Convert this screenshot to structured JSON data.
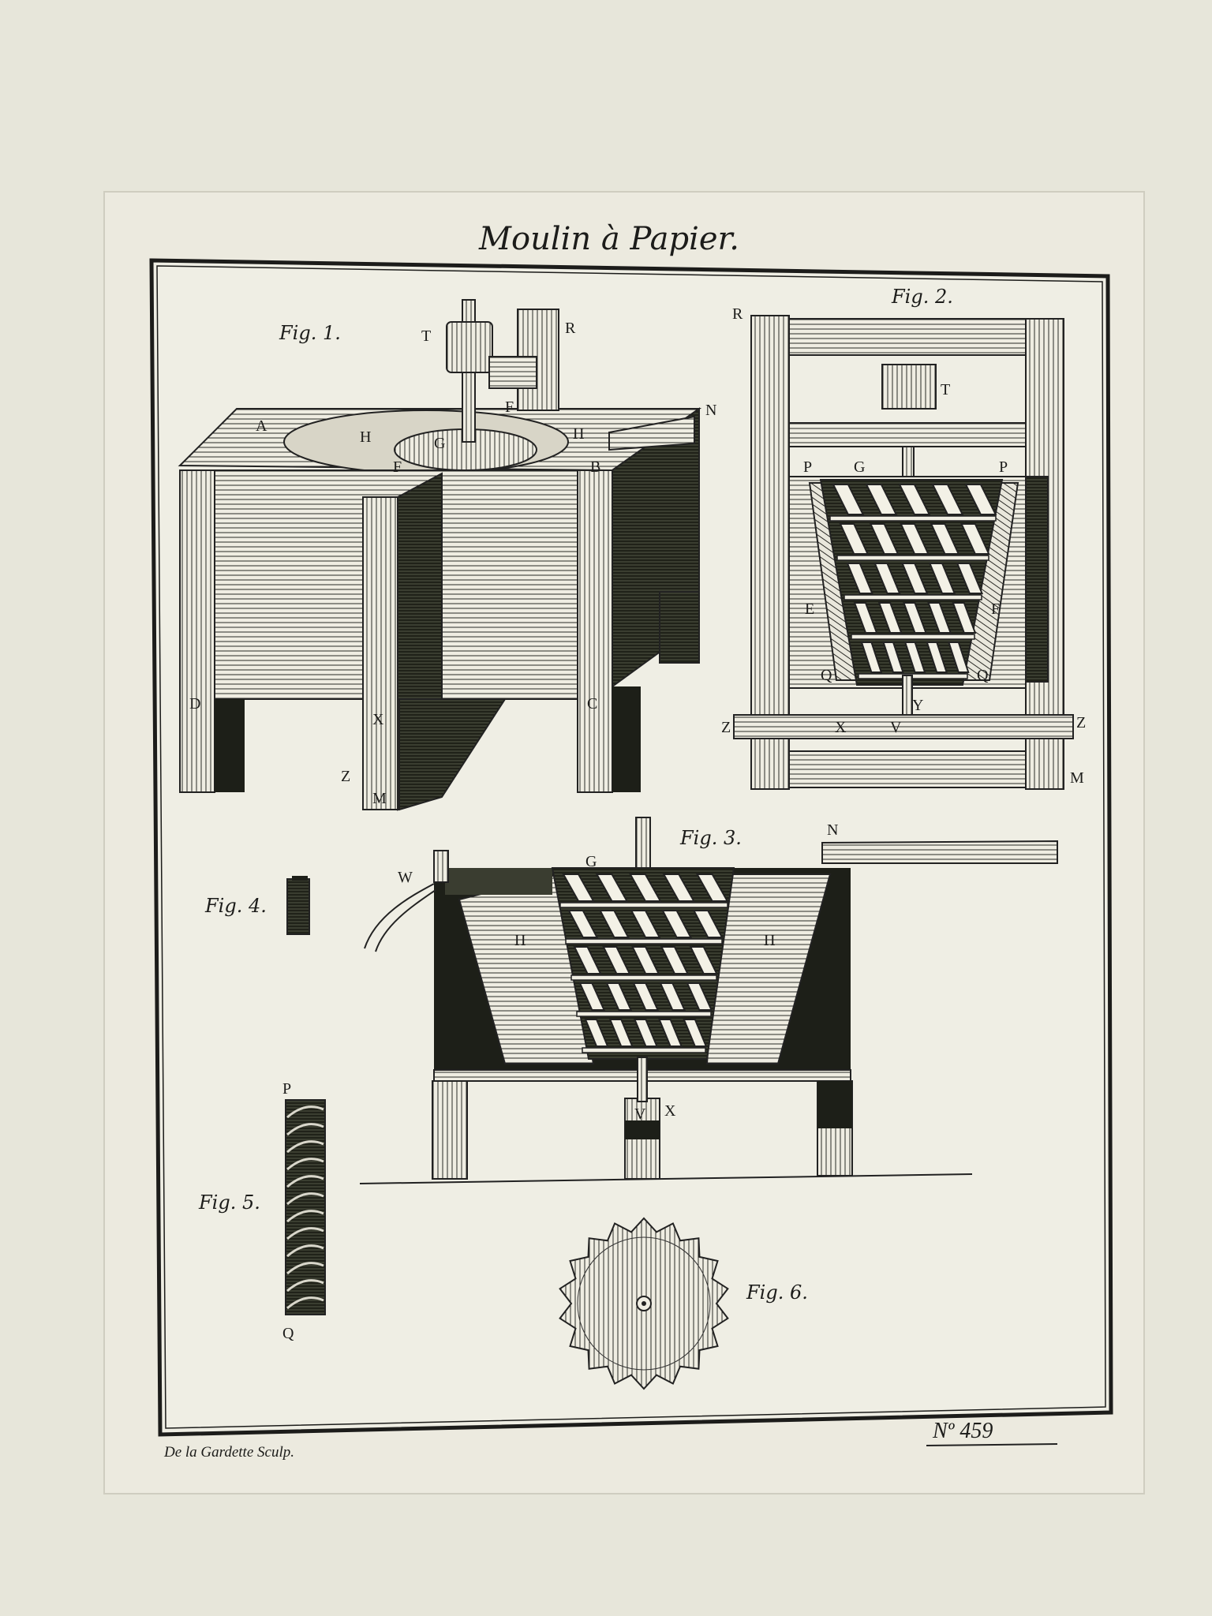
{
  "plate": {
    "title": "Moulin à Papier.",
    "engraver": "De la Gardette Sculp.",
    "plate_number": "Nº 459"
  },
  "figures": {
    "fig1": {
      "caption": "Fig. 1.",
      "labels": [
        "T",
        "R",
        "A",
        "N",
        "H",
        "H",
        "G",
        "F",
        "F",
        "B",
        "D",
        "C",
        "X",
        "Z",
        "M"
      ]
    },
    "fig2": {
      "caption": "Fig. 2.",
      "labels": [
        "R",
        "T",
        "P",
        "G",
        "P",
        "E",
        "F",
        "Q",
        "Q",
        "Y",
        "Z",
        "X",
        "V",
        "Z",
        "M"
      ]
    },
    "fig3": {
      "caption": "Fig. 3.",
      "labels": [
        "G",
        "N",
        "W",
        "H",
        "H",
        "V",
        "X"
      ]
    },
    "fig4": {
      "caption": "Fig. 4."
    },
    "fig5": {
      "caption": "Fig. 5.",
      "labels": [
        "P",
        "Q"
      ]
    },
    "fig6": {
      "caption": "Fig. 6."
    }
  },
  "colors": {
    "paper": "#e7e6da",
    "plate": "#eceadf",
    "ink": "#1c1c1a",
    "shade": "#2a2d22"
  }
}
